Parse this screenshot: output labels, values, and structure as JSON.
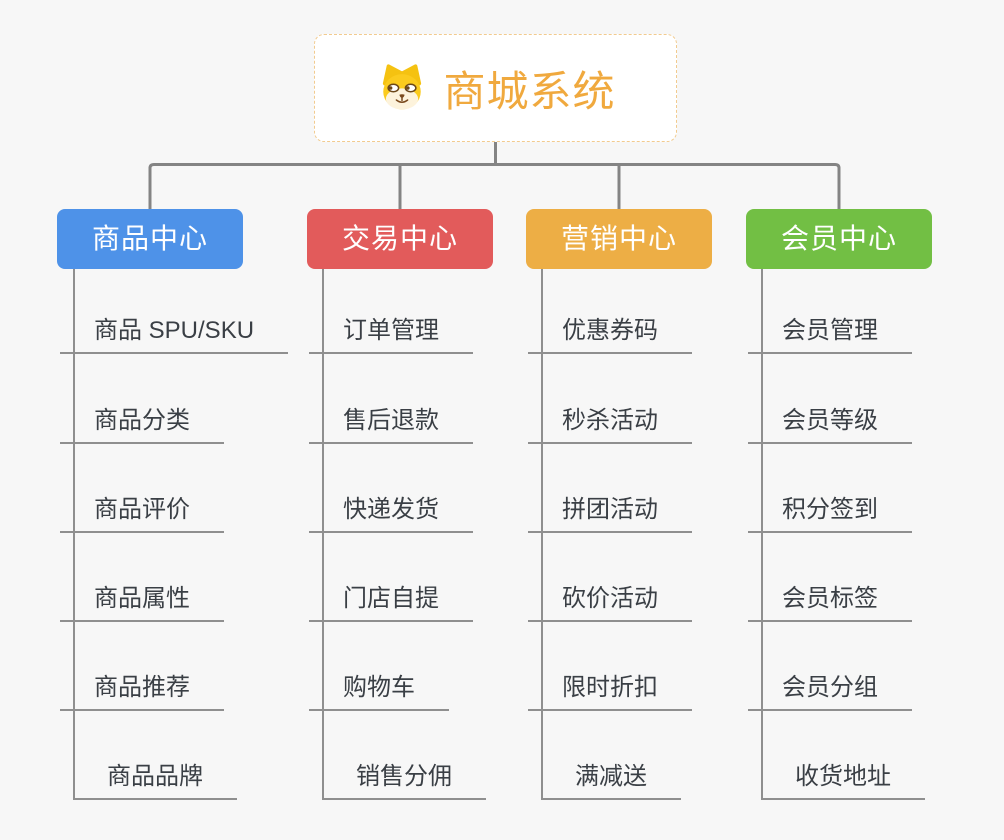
{
  "root": {
    "title": "商城系统",
    "icon": "dog-face-icon",
    "text_color": "#F0A93E",
    "border_color": "#F2CB8F"
  },
  "branches": [
    {
      "label": "商品中心",
      "color": "#4E92E8",
      "items": [
        "商品 SPU/SKU",
        "商品分类",
        "商品评价",
        "商品属性",
        "商品推荐",
        "商品品牌"
      ]
    },
    {
      "label": "交易中心",
      "color": "#E25B5B",
      "items": [
        "订单管理",
        "售后退款",
        "快递发货",
        "门店自提",
        "购物车",
        "销售分佣"
      ]
    },
    {
      "label": "营销中心",
      "color": "#EDAE45",
      "items": [
        "优惠券码",
        "秒杀活动",
        "拼团活动",
        "砍价活动",
        "限时折扣",
        "满减送"
      ]
    },
    {
      "label": "会员中心",
      "color": "#72BF44",
      "items": [
        "会员管理",
        "会员等级",
        "积分签到",
        "会员标签",
        "会员分组",
        "收货地址"
      ]
    }
  ],
  "style": {
    "connector_color": "#848484",
    "underline_color": "#8F8F8F",
    "background": "#F7F7F7",
    "item_text_color": "#3A3F45"
  }
}
